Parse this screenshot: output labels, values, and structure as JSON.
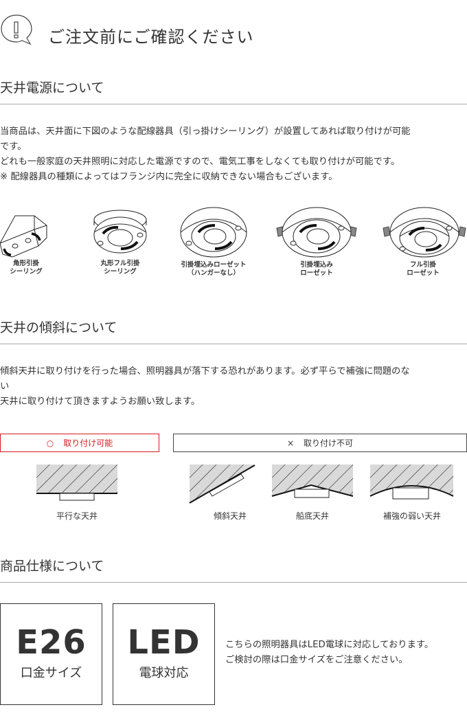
{
  "header": {
    "icon": "speech-bubble-exclamation-icon",
    "title": "ご注文前にご確認ください"
  },
  "sections": {
    "power": {
      "title": "天井電源について",
      "paragraphs": [
        "当商品は、天井面に下図のような配線器具（引っ掛けシーリング）が設置してあれば取り付けが可能",
        "です。",
        "どれも一般家庭の天井照明に対応した電源ですので、電気工事をしなくても取り付けが可能です。",
        "※ 配線器具の種類によってはフランジ内に完全に収納できない場合もございます。"
      ],
      "fixtures": [
        {
          "icon": "square-ceiling-hook-icon",
          "line1": "角形引掛",
          "line2": "シーリング"
        },
        {
          "icon": "round-full-ceiling-hook-icon",
          "line1": "丸形フル引掛",
          "line2": "シーリング"
        },
        {
          "icon": "embedded-rosette-no-hanger-icon",
          "line1": "引掛埋込みローゼット",
          "line2": "（ハンガーなし）"
        },
        {
          "icon": "embedded-rosette-icon",
          "line1": "引掛埋込み",
          "line2": "ローゼット"
        },
        {
          "icon": "full-hook-rosette-icon",
          "line1": "フル引掛",
          "line2": "ローゼット"
        }
      ]
    },
    "slope": {
      "title": "天井の傾斜について",
      "paragraphs": [
        "傾斜天井に取り付けを行った場合、照明器具が落下する恐れがあります。必ず平らで補強に問題のな",
        "い",
        "天井に取り付けて頂きますようお願い致します。"
      ],
      "ok": {
        "mark": "○",
        "label": "取り付け可能",
        "color": "#d51a1f"
      },
      "ng": {
        "mark": "×",
        "label": "取り付け不可",
        "color": "#333333"
      },
      "ceilings": [
        {
          "icon": "flat-ceiling-icon",
          "label": "平行な天井"
        },
        {
          "icon": "sloped-ceiling-icon",
          "label": "傾斜天井"
        },
        {
          "icon": "peaked-ceiling-icon",
          "label": "船底天井"
        },
        {
          "icon": "weak-curved-ceiling-icon",
          "label": "補強の弱い天井"
        }
      ]
    },
    "spec": {
      "title": "商品仕様について",
      "boxes": [
        {
          "big": "E26",
          "small": "口金サイズ"
        },
        {
          "big": "LED",
          "small": "電球対応"
        }
      ],
      "text": [
        "こちらの照明器具はLED電球に対応しております。",
        "ご検討の際は口金サイズをご注意ください。"
      ]
    }
  }
}
